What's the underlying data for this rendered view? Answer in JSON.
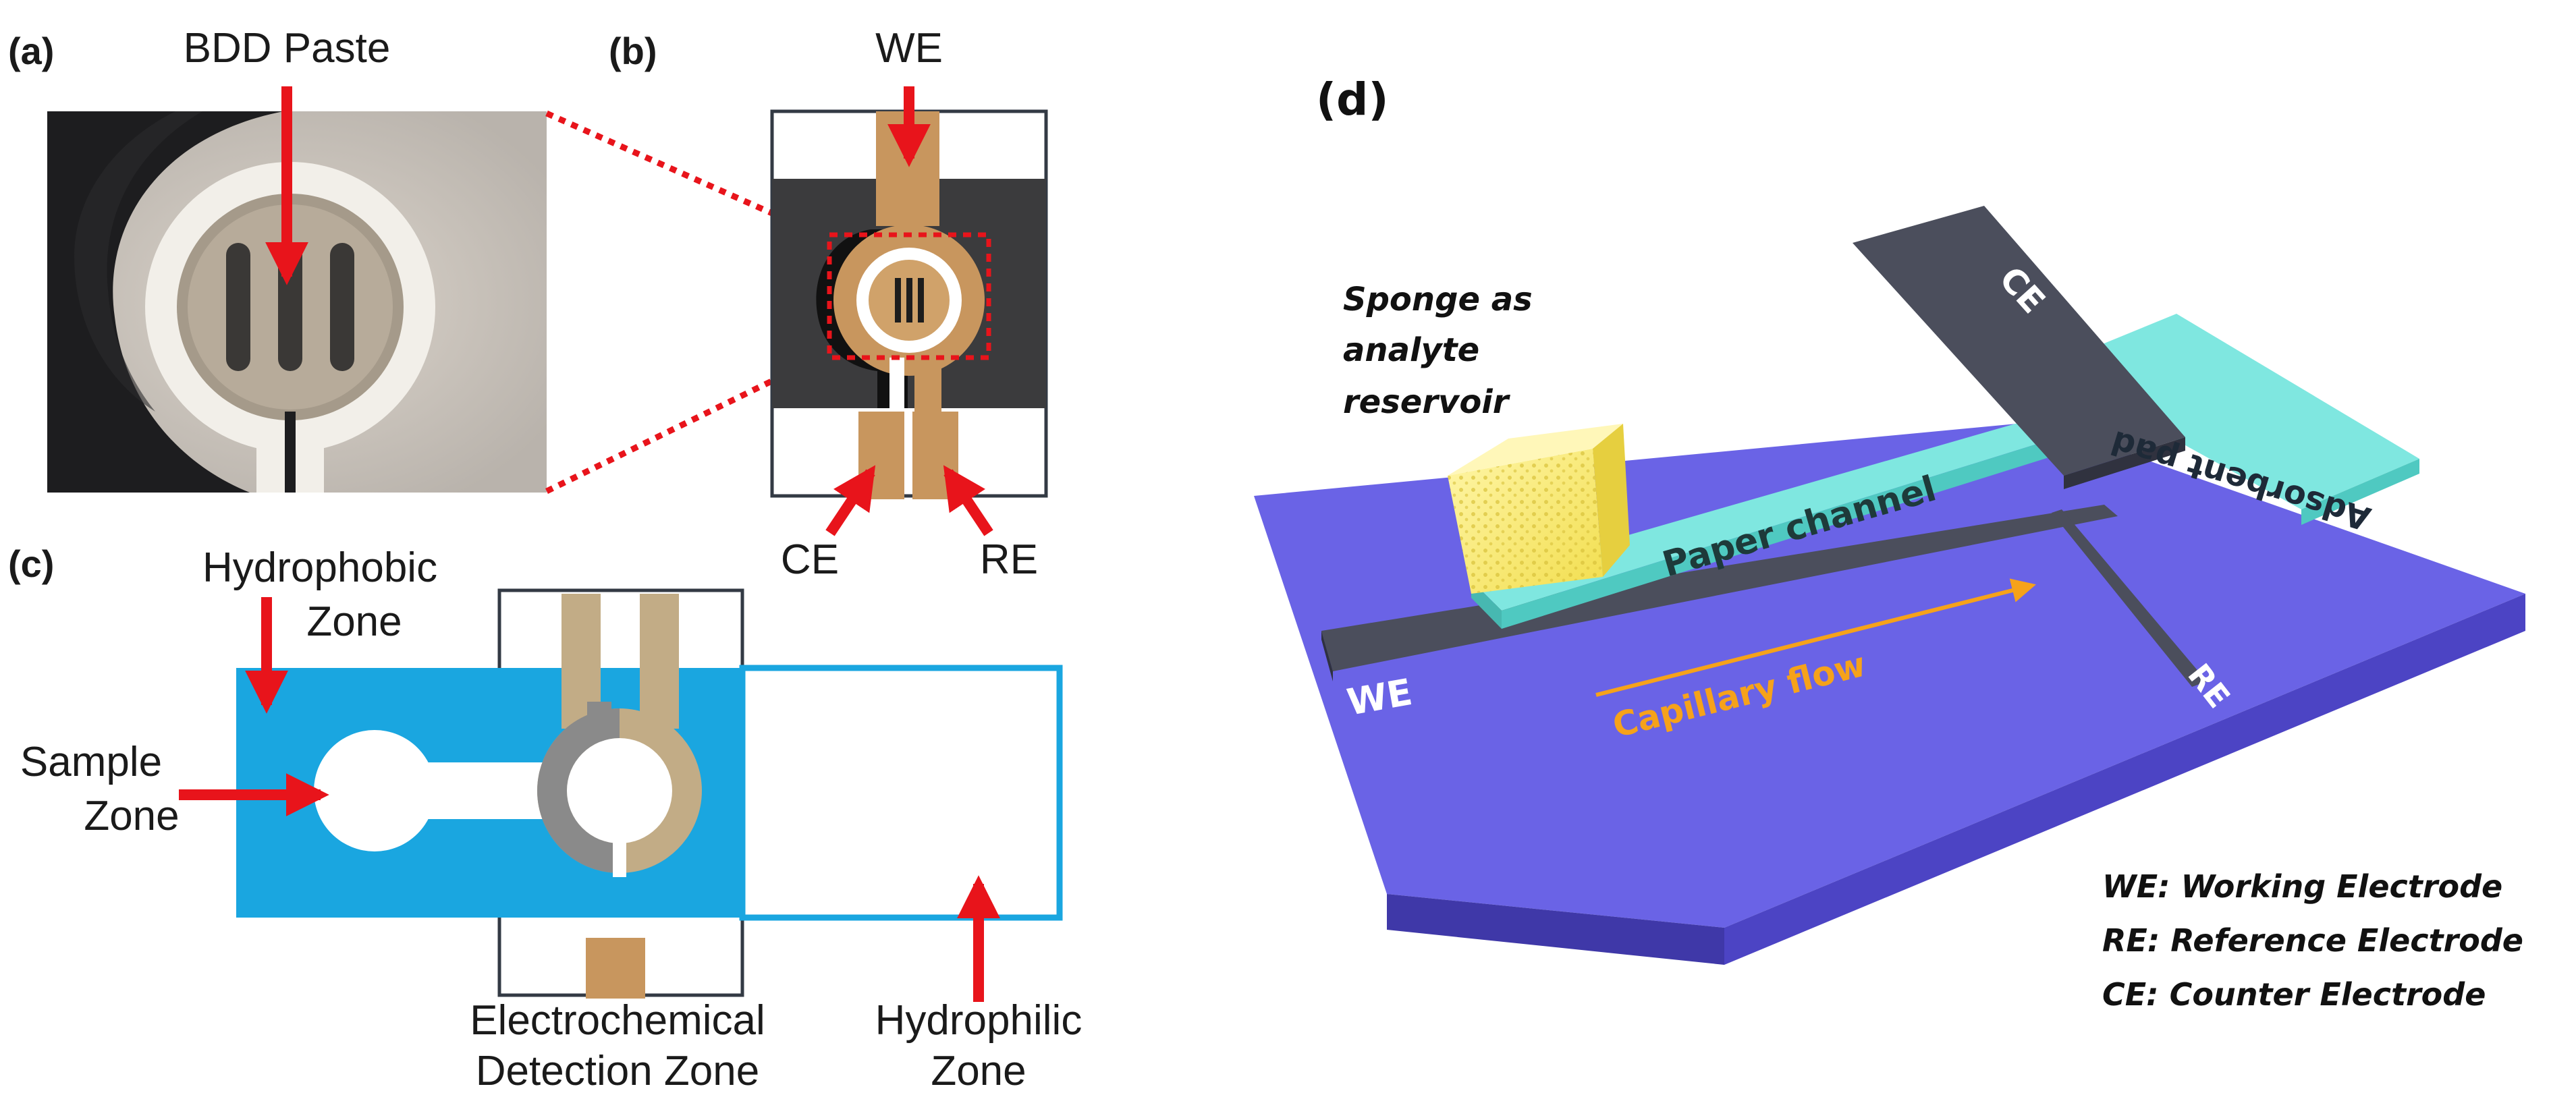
{
  "panels": {
    "a": {
      "letter": "(a)",
      "callout": "BDD Paste"
    },
    "b": {
      "letter": "(b)",
      "top_label": "WE",
      "bottom_left_label": "CE",
      "bottom_right_label": "RE"
    },
    "c": {
      "letter": "(c)",
      "hydrophobic_1": "Hydrophobic",
      "hydrophobic_2": "Zone",
      "sample_1": "Sample",
      "sample_2": "Zone",
      "electrochem_1": "Electrochemical",
      "electrochem_2": "Detection Zone",
      "hydrophilic_1": "Hydrophilic",
      "hydrophilic_2": "Zone"
    },
    "d": {
      "letter": "(d)",
      "sponge_1": "Sponge as",
      "sponge_2": "analyte",
      "sponge_3": "reservoir",
      "ce": "CE",
      "we": "WE",
      "re": "RE",
      "pad": "Adsorbent pad",
      "channel": "Paper channel",
      "flow": "Capillary flow",
      "legend": [
        "WE: Working Electrode",
        "RE: Reference Electrode",
        "CE: Counter Electrode"
      ]
    }
  },
  "colors": {
    "arrow_red": "#e8141b",
    "electrode_tan": "#c8965e",
    "hydrophobic_blue": "#1aa6e0",
    "substrate_purple": "#6b63e8",
    "paper_cyan": "#7fe7e0",
    "electrode_dark": "#4b4e5c",
    "flow_orange": "#f6a21a"
  }
}
